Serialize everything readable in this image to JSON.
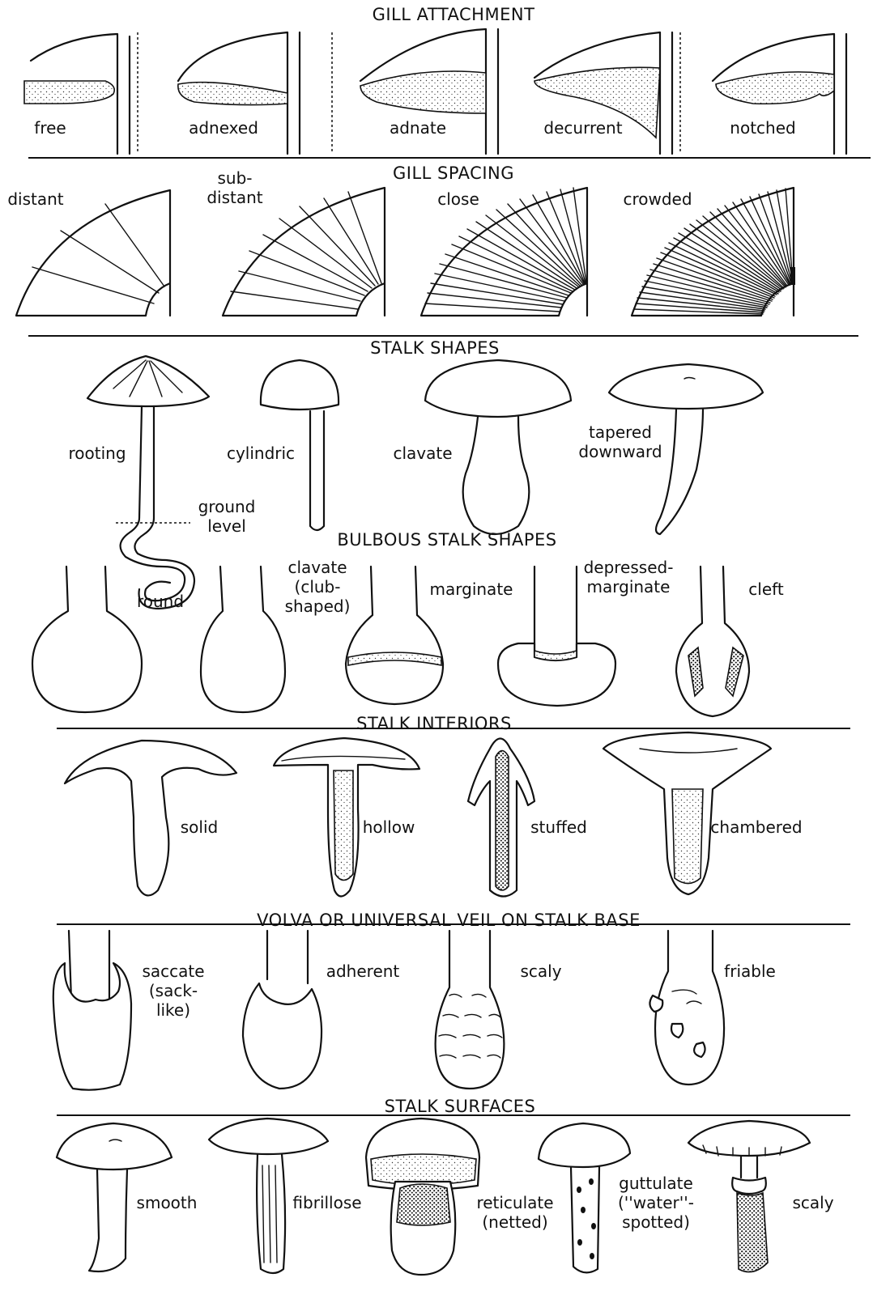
{
  "gill_attachment": {
    "title": "GILL ATTACHMENT",
    "items": [
      "free",
      "adnexed",
      "adnate",
      "decurrent",
      "notched"
    ]
  },
  "gill_spacing": {
    "title": "GILL SPACING",
    "items": [
      "distant",
      "sub-\ndistant",
      "close",
      "crowded"
    ]
  },
  "stalk_shapes": {
    "title": "STALK SHAPES",
    "items": [
      "rooting",
      "cylindric",
      "clavate",
      "tapered\ndownward"
    ],
    "ground_label": "ground\nlevel"
  },
  "bulbous_stalk_shapes": {
    "title": "BULBOUS STALK SHAPES",
    "items": [
      "round",
      "clavate\n(club-\nshaped)",
      "marginate",
      "depressed-\nmarginate",
      "cleft"
    ]
  },
  "stalk_interiors": {
    "title": "STALK INTERIORS",
    "items": [
      "solid",
      "hollow",
      "stuffed",
      "chambered"
    ]
  },
  "volva": {
    "title": "VOLVA OR UNIVERSAL VEIL ON STALK BASE",
    "items": [
      "saccate\n(sack-\nlike)",
      "adherent",
      "scaly",
      "friable"
    ]
  },
  "stalk_surfaces": {
    "title": "STALK SURFACES",
    "items": [
      "smooth",
      "fibrillose",
      "reticulate\n(netted)",
      "guttulate\n(''water''-\nspotted)",
      "scaly"
    ]
  }
}
